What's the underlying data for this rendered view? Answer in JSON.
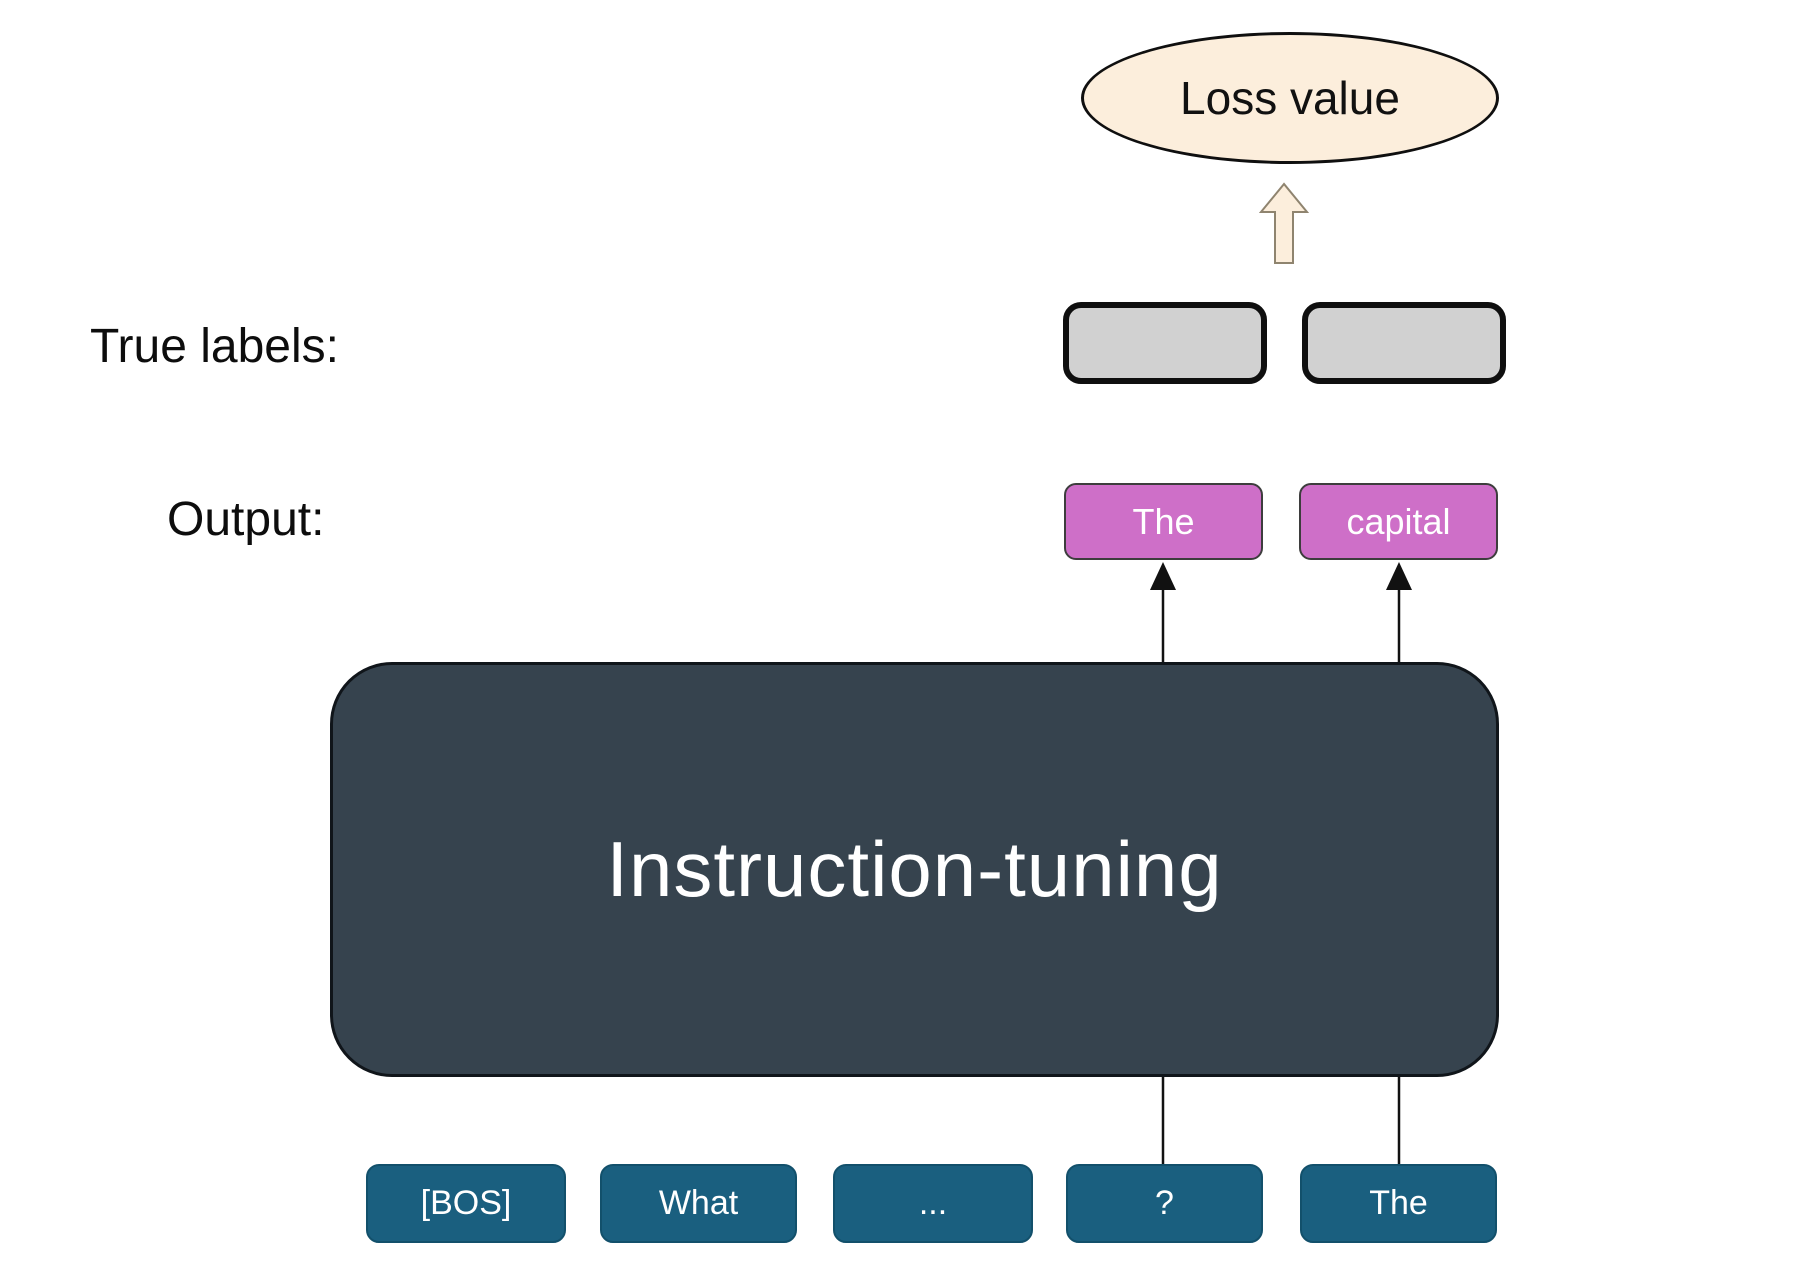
{
  "diagram": {
    "loss": {
      "label": "Loss value"
    },
    "row_labels": {
      "true_labels": "True labels:",
      "output": "Output:"
    },
    "true_label_boxes": {
      "count": 2,
      "note": "empty gray placeholder boxes"
    },
    "output_tokens": [
      "The",
      "capital"
    ],
    "model": {
      "label": "Instruction-tuning"
    },
    "input_tokens": [
      "[BOS]",
      "What",
      "...",
      "?",
      "The"
    ],
    "colors": {
      "cream": "#FCEEDC",
      "gray": "#D1D1D1",
      "pink": "#CE6FC8",
      "slate": "#36434E",
      "teal": "#1A5F7F",
      "line": "#111111"
    }
  }
}
